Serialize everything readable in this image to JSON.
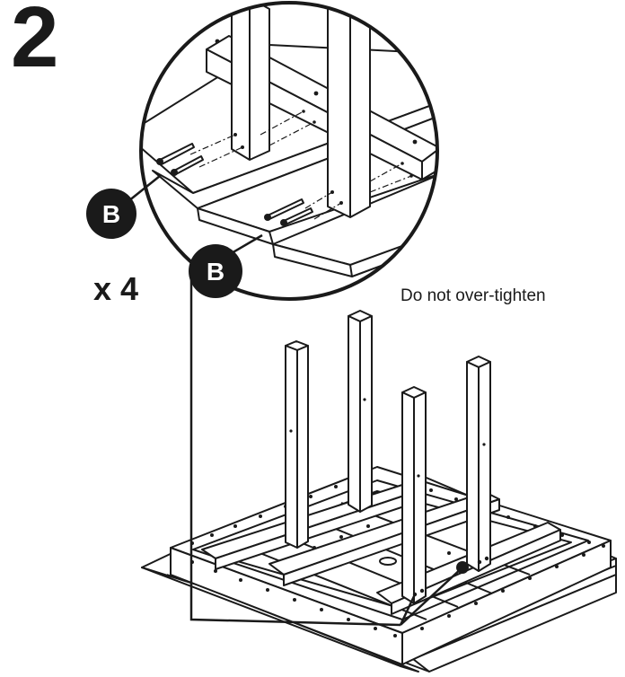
{
  "step": {
    "number": "2"
  },
  "quantity": {
    "text": "x 4"
  },
  "note": {
    "text": "Do not over-tighten"
  },
  "part_callouts": [
    {
      "label": "B"
    },
    {
      "label": "B"
    }
  ],
  "colors": {
    "ink": "#1a1a1a",
    "paper": "#ffffff",
    "badge_fill": "#1a1a1a",
    "badge_text": "#ffffff"
  }
}
